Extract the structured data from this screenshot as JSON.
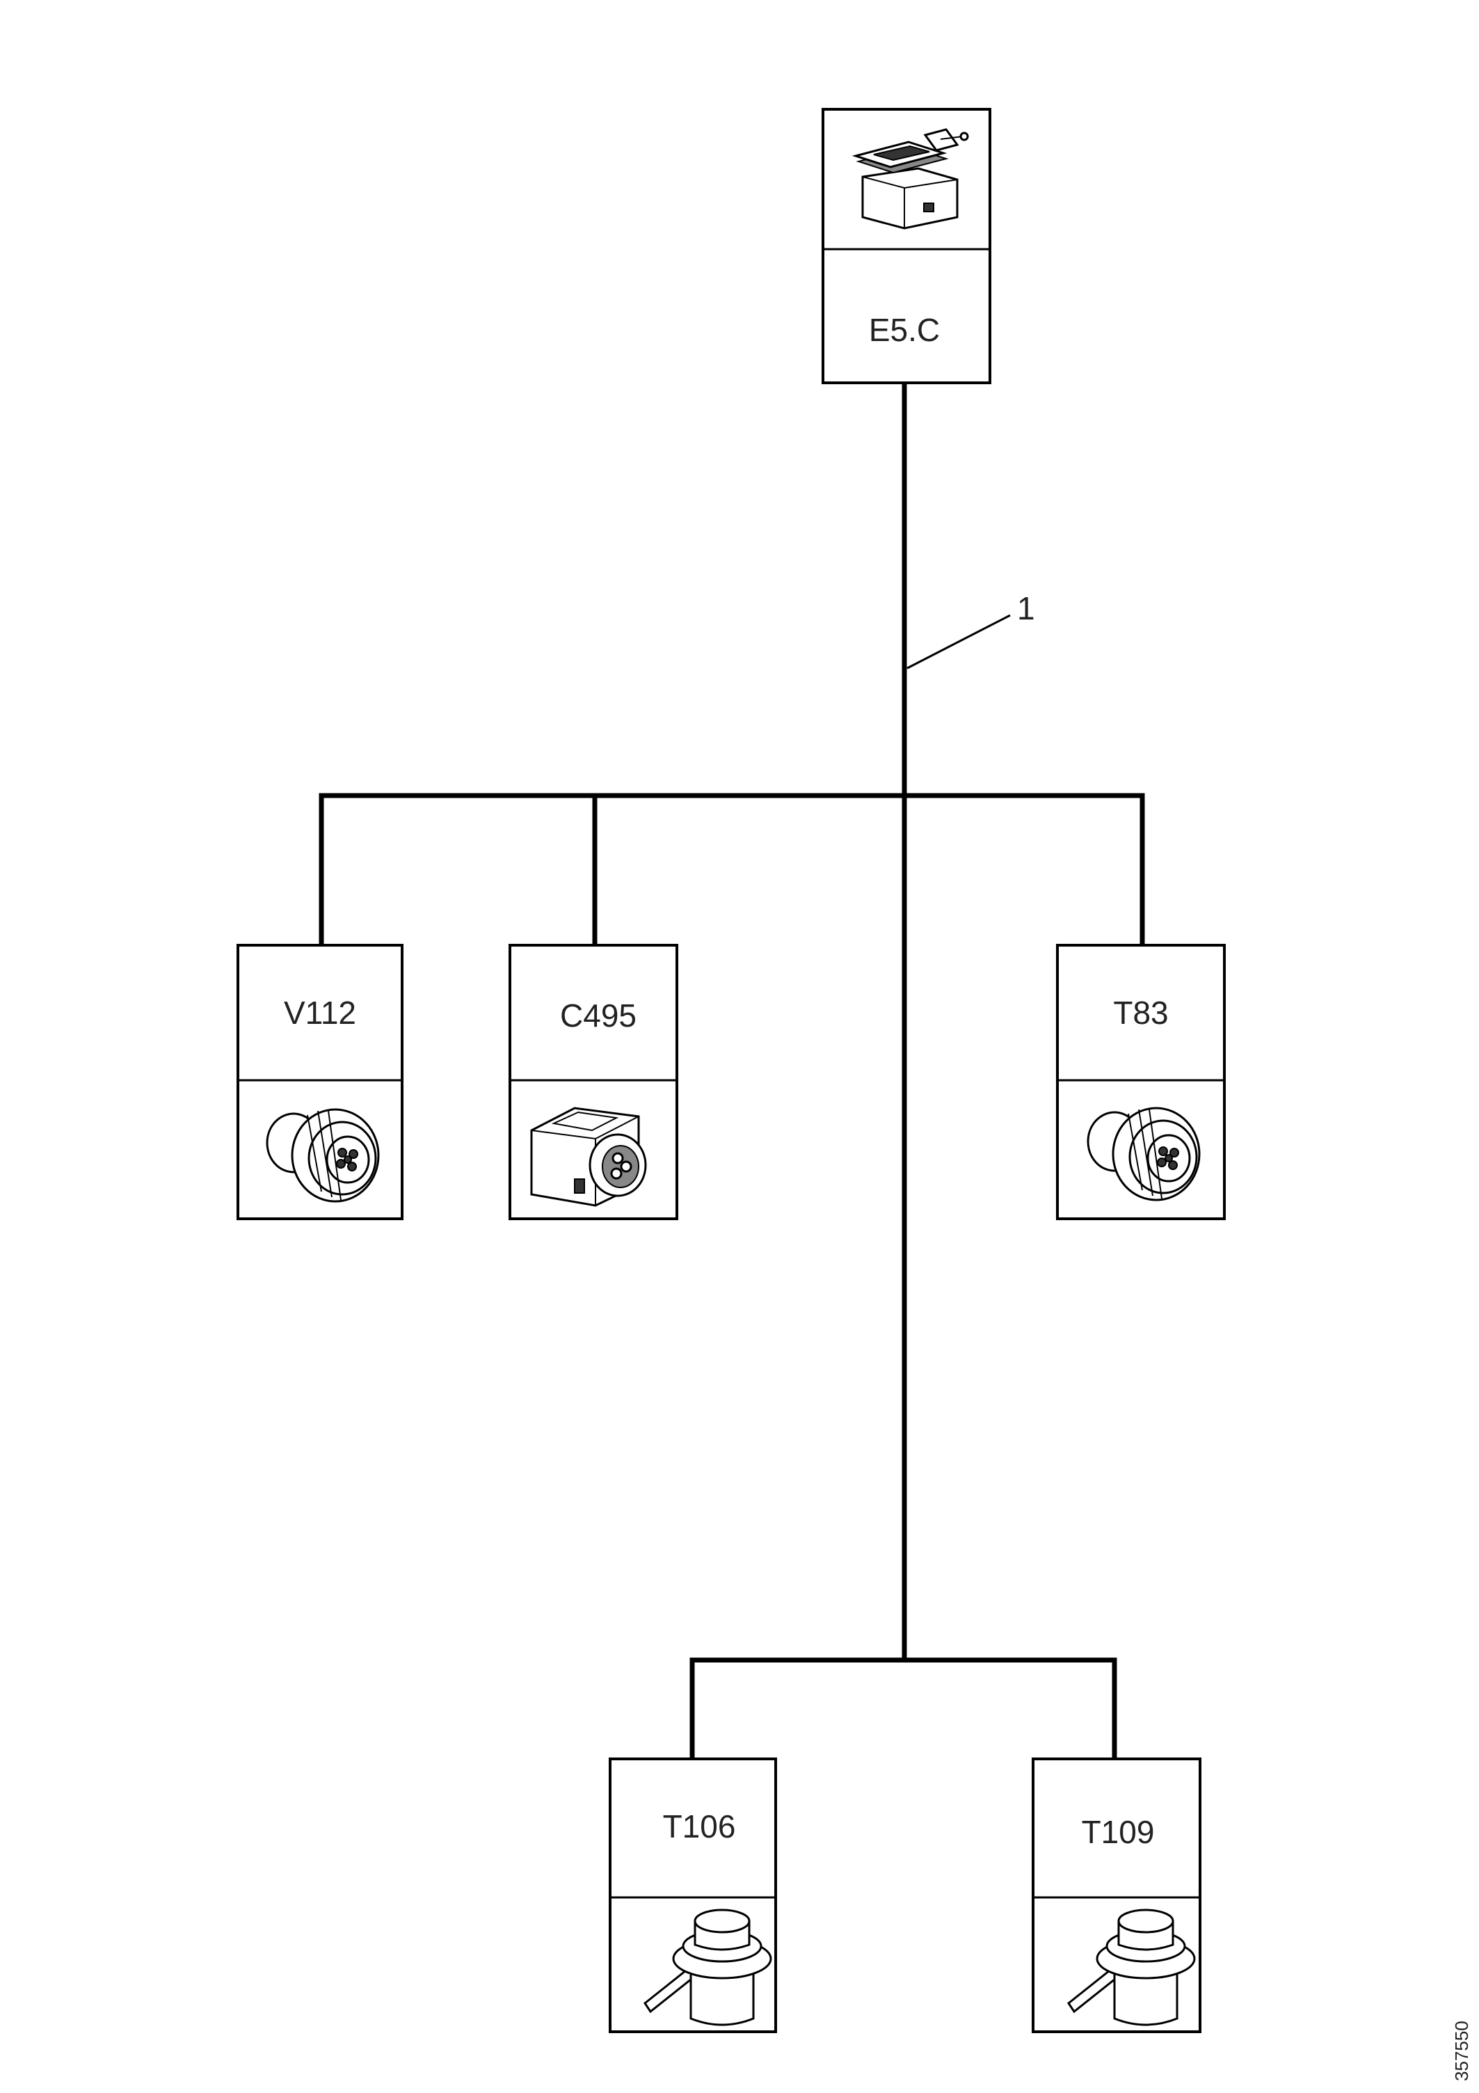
{
  "nodes": {
    "root": {
      "label": "E5.C",
      "icon": "ecu-connector-block-icon"
    },
    "v112": {
      "label": "V112",
      "icon": "round-connector-icon"
    },
    "c495": {
      "label": "C495",
      "icon": "square-connector-icon"
    },
    "t83": {
      "label": "T83",
      "icon": "round-connector-icon"
    },
    "t106": {
      "label": "T106",
      "icon": "cylindrical-sensor-icon"
    },
    "t109": {
      "label": "T109",
      "icon": "cylindrical-sensor-icon"
    }
  },
  "callout": {
    "label": "1"
  },
  "reference": {
    "id": "357550"
  }
}
